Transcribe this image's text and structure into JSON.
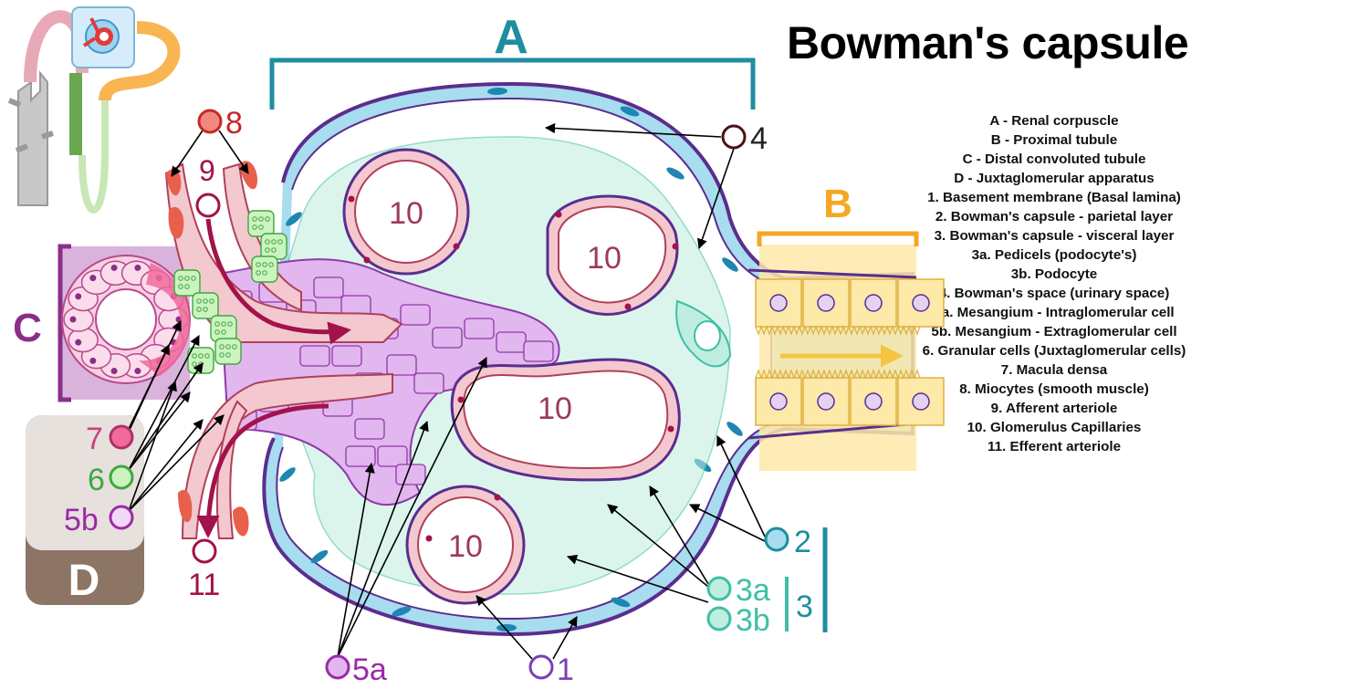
{
  "title": "Bowman's capsule",
  "section_letters": {
    "a": "A",
    "b": "B",
    "c": "C",
    "d": "D"
  },
  "capillary_label": "10",
  "callouts": {
    "c1": "1",
    "c2": "2",
    "c3": "3",
    "c3a": "3a",
    "c3b": "3b",
    "c4": "4",
    "c5a": "5a",
    "c5b": "5b",
    "c6": "6",
    "c7": "7",
    "c8": "8",
    "c9": "9",
    "c11": "11"
  },
  "legend": [
    "A - Renal corpuscle",
    "B - Proximal tubule",
    "C - Distal convoluted tubule",
    "D - Juxtaglomerular apparatus",
    "1. Basement membrane (Basal lamina)",
    "2. Bowman's capsule - parietal layer",
    "3. Bowman's capsule - visceral layer",
    "3a. Pedicels (podocyte's)",
    "3b. Podocyte",
    "4. Bowman's space (urinary space)",
    "5a. Mesangium - Intraglomerular cell",
    "5b. Mesangium - Extraglomerular cell",
    "6. Granular cells (Juxtaglomerular cells)",
    "7. Macula densa",
    "8. Miocytes (smooth muscle)",
    "9. Afferent arteriole",
    "10. Glomerulus Capillaries",
    "11. Efferent arteriole"
  ],
  "colors": {
    "capsule_outline": "#5b2d8e",
    "parietal": "#a8dcef",
    "parietal_nucleus": "#1f86b4",
    "podocyte": "#bfeee0",
    "podocyte_edge": "#3fbfa6",
    "mesangium": "#e2b6ee",
    "mesangium_edge": "#8e3aa8",
    "capillary": "#f4c8cf",
    "capillary_edge": "#b0405a",
    "arteriole_arrow": "#a3124a",
    "label_A": "#1e8ea0",
    "label_B": "#f5a623",
    "label_C": "#8b2f86",
    "label_D_bg": "#8c7564",
    "macula": "#f06a9b",
    "granular": "#9be88a",
    "miocyte": "#e8604c",
    "tubule_fill": "#fde9a8"
  }
}
